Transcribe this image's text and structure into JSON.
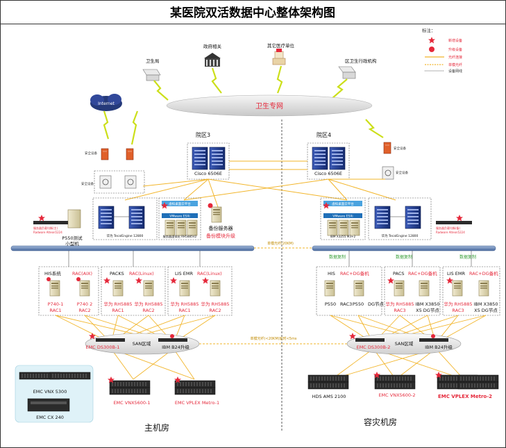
{
  "title": "某医院双活数据中心整体架构图",
  "legend": {
    "heading": "标注：",
    "items": [
      "新增设备",
      "升级设备",
      "光纤连接",
      "单模光纤",
      "设备网线"
    ]
  },
  "cloud": {
    "label": "卫生专网"
  },
  "top_nodes": {
    "weishengju": "卫生局",
    "zhengfu": "政府相关",
    "qita": "其它医疗单位",
    "quwei": "区卫生行政机构",
    "internet": "Internet"
  },
  "security": {
    "left_label_1": "安全设备",
    "left_label_2": "安全设备",
    "right_label_1": "安全设备",
    "right_label_2": "安全设备"
  },
  "zones": {
    "zone3": "院区3",
    "zone4": "院区4"
  },
  "core_switch": {
    "left": "Cisco 6506E",
    "right": "Cisco 6506E"
  },
  "main_dc": {
    "core_servers_label": "华为 TecalEngine 12800",
    "cloud_platform_label": "虚拟桌面云平台",
    "vm_label": "VMware ESXi",
    "vm_host_label": "服务器虚拟化 RH5885V2",
    "backup_label_1": "备份服务器",
    "backup_label_2": "备份模块升级",
    "p550_label_1": "P550测试",
    "p550_label_2": "小型机",
    "lb_label_1": "服务器负载均衡(主)",
    "lb_label_2": "Radware Alteon5224",
    "fiber_label": "单模光纤(20KM)",
    "his": {
      "name": "HIS系统",
      "tag": "RAC(AIX)",
      "s1": [
        "P740-1",
        "RAC1"
      ],
      "s2": [
        "P740 2",
        "RAC2"
      ]
    },
    "pacs": {
      "name": "PACKS",
      "tag": "RAC(Linux)",
      "s1": [
        "华为 RH5885",
        "RAC1"
      ],
      "s2": [
        "华为 RH5885",
        "RAC2"
      ]
    },
    "lis": {
      "name": "LIS EMR",
      "tag": "RAC(Linux)",
      "s1": [
        "华为 RH5885",
        "RAC1"
      ],
      "s2": [
        "华为 RH5885",
        "RAC2"
      ]
    },
    "san_left": "EMC DS300B-1",
    "san_mid": "SAN区域",
    "san_right": "IBM B24升级",
    "storage": {
      "vnx": "EMC VNX 5300",
      "cx": "EMC CX 240",
      "vnx5600": "EMC VNX5600-1",
      "vplex": "EMC VPLEX Metro-1"
    },
    "room": "主机房"
  },
  "dr_dc": {
    "cloud_platform_label": "虚拟桌面云平台",
    "vm_label": "VMware ESXi",
    "vm_host_label": "IBM X3255 M3+2",
    "core_servers_label": "华为 TecalEngine 12800",
    "lb_label_1": "服务器负载均衡(备)",
    "lb_label_2": "Radware Alteon5224",
    "sync_1": "数据复制",
    "sync_2": "数据复制",
    "sync_3": "数据复制",
    "his": {
      "name": "HIS",
      "tag": "RAC+DG备机",
      "s1": [
        "P550",
        "RAC3"
      ],
      "s2": [
        "P550",
        "DG节点"
      ]
    },
    "pacs": {
      "name": "PACS",
      "tag": "RAC+DG备机",
      "s1": [
        "华为 RH5885",
        "RAC3"
      ],
      "s2": [
        "IBM X3850",
        "X5 DG节点"
      ]
    },
    "lis": {
      "name": "LIS EMR",
      "tag": "RAC+DG备机",
      "s1": [
        "华为 RH5885",
        "RAC3"
      ],
      "s2": [
        "IBM X3850",
        "X5 DG节点"
      ]
    },
    "san_left": "EMC DS300B-2",
    "san_mid": "SAN区域",
    "san_right": "IBM B24升级",
    "storage": {
      "hds": "HDS AMS 2100",
      "vnx5600": "EMC VNX5600-2",
      "vplex": "EMC VPLEX Metro-2"
    },
    "room": "容灾机房"
  },
  "link_label": "单模光纤(<20KM)延时<5ms",
  "colors": {
    "fiber": "#f2b52a",
    "new": "#e5283a",
    "blue": "#1a3a8c",
    "gray": "#777777"
  }
}
